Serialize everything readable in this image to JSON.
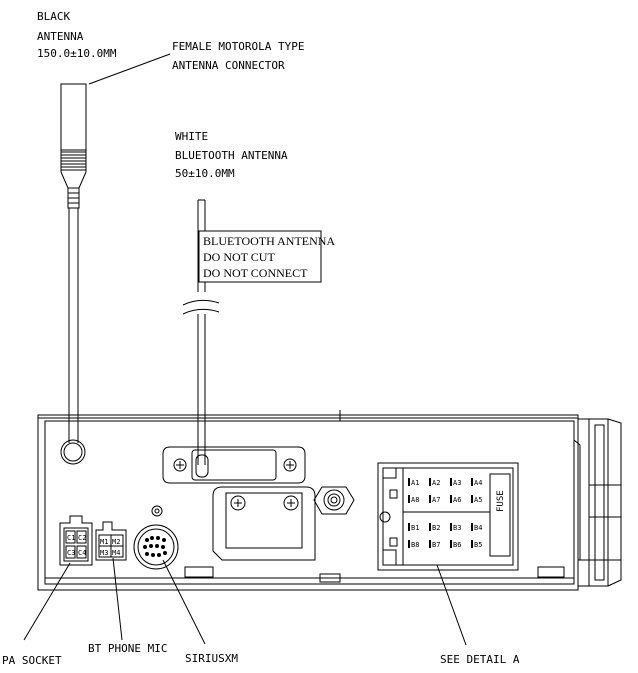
{
  "labels": {
    "black_antenna": [
      "BLACK",
      "ANTENNA",
      "150.0±10.0MM"
    ],
    "female_connector": [
      "FEMALE MOTOROLA TYPE",
      "ANTENNA CONNECTOR"
    ],
    "white_bt_antenna": [
      "WHITE",
      "BLUETOOTH ANTENNA",
      "50±10.0MM"
    ],
    "bt_tag": [
      "BLUETOOTH ANTENNA",
      "DO NOT CUT",
      "DO NOT CONNECT"
    ],
    "pa_socket": "PA SOCKET",
    "bt_phone_mic": "BT PHONE MIC",
    "siriusxm": "SIRIUSXM",
    "see_detail": "SEE DETAIL A",
    "fuse": "FUSE",
    "pins_a_top": [
      "A1",
      "A2",
      "A3",
      "A4"
    ],
    "pins_a_bottom": [
      "A8",
      "A7",
      "A6",
      "A5"
    ],
    "pins_b_top": [
      "B1",
      "B2",
      "B3",
      "B4"
    ],
    "pins_b_bottom": [
      "B8",
      "B7",
      "B6",
      "B5"
    ],
    "pa_pins": [
      "C1",
      "C2",
      "C3",
      "C4"
    ],
    "mic_pins": [
      "M1",
      "M2",
      "M3",
      "M4"
    ]
  }
}
